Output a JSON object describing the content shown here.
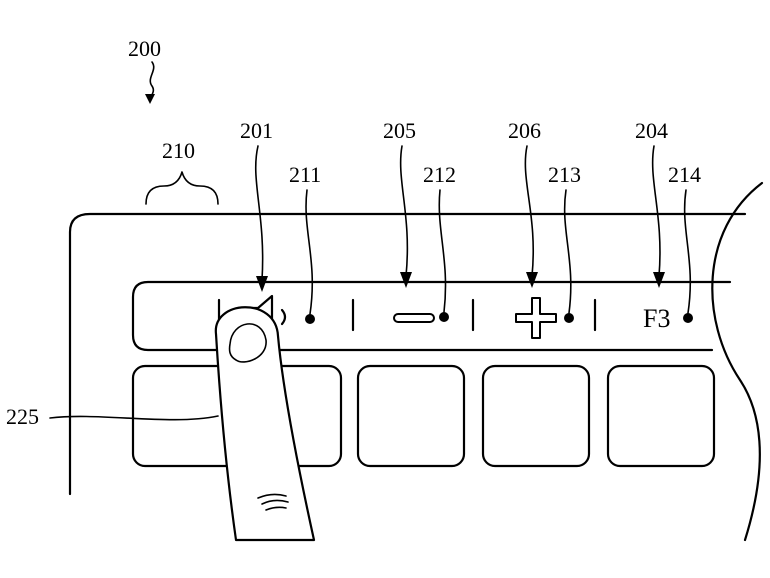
{
  "figure": {
    "title": "200",
    "labels": {
      "ref_201": "201",
      "ref_205": "205",
      "ref_206": "206",
      "ref_204": "204",
      "ref_210": "210",
      "ref_211": "211",
      "ref_212": "212",
      "ref_213": "213",
      "ref_214": "214",
      "ref_225": "225"
    },
    "touch_strip": {
      "key_f3_label": "F3"
    }
  }
}
